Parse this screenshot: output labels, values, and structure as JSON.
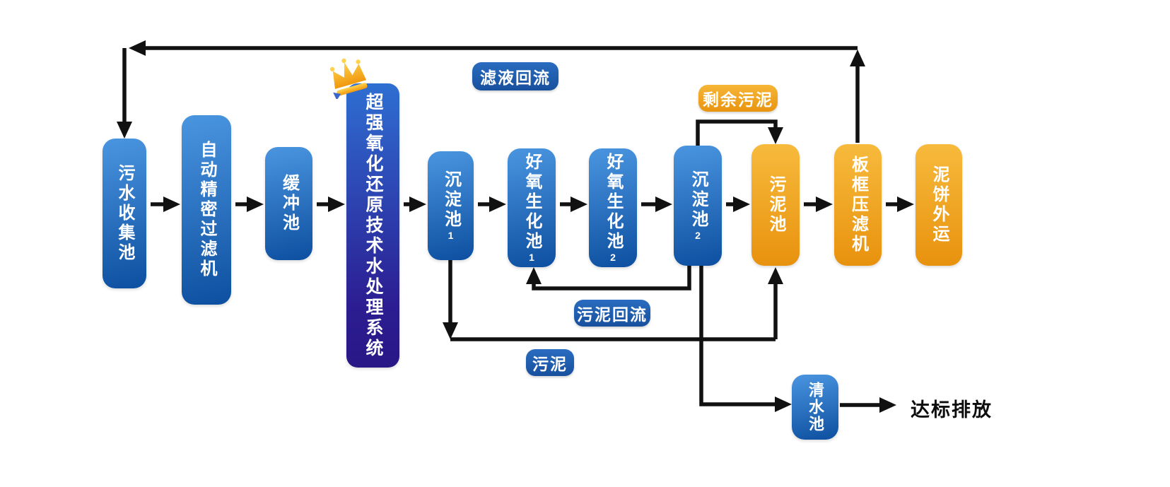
{
  "diagram": {
    "nodes": {
      "sewage_collection": {
        "label": "污水收集池"
      },
      "auto_filter": {
        "label": "自动精密过滤机"
      },
      "buffer": {
        "label": "缓冲池"
      },
      "oxidation_system": {
        "label": "超强氧化还原技术水处理系统"
      },
      "sedimentation1": {
        "label": "沉淀池",
        "sub": "1"
      },
      "aerobic1": {
        "label": "好氧生化池",
        "sub": "1"
      },
      "aerobic2": {
        "label": "好氧生化池",
        "sub": "2"
      },
      "sedimentation2": {
        "label": "沉淀池",
        "sub": "2"
      },
      "sludge_tank": {
        "label": "污泥池"
      },
      "filter_press": {
        "label": "板框压滤机"
      },
      "mudcake_out": {
        "label": "泥饼外运"
      },
      "clear_water": {
        "label": "清水池"
      }
    },
    "flow_labels": {
      "filtrate_return": "滤液回流",
      "excess_sludge": "剩余污泥",
      "sludge_return": "污泥回流",
      "sludge": "污泥",
      "discharge": "达标排放"
    }
  },
  "colors": {
    "blue_top": "#4a95e0",
    "blue_bottom": "#0d4fa0",
    "main_top": "#2e6fd2",
    "main_bottom": "#2c1d92",
    "orange_top": "#f7ba3c",
    "orange_bottom": "#e8920e",
    "pill_blue_top": "#2a6cc0",
    "pill_blue_bottom": "#17509d",
    "pill_orange_top": "#f6b637",
    "pill_orange_bottom": "#e8940f",
    "arrow": "#111111"
  }
}
